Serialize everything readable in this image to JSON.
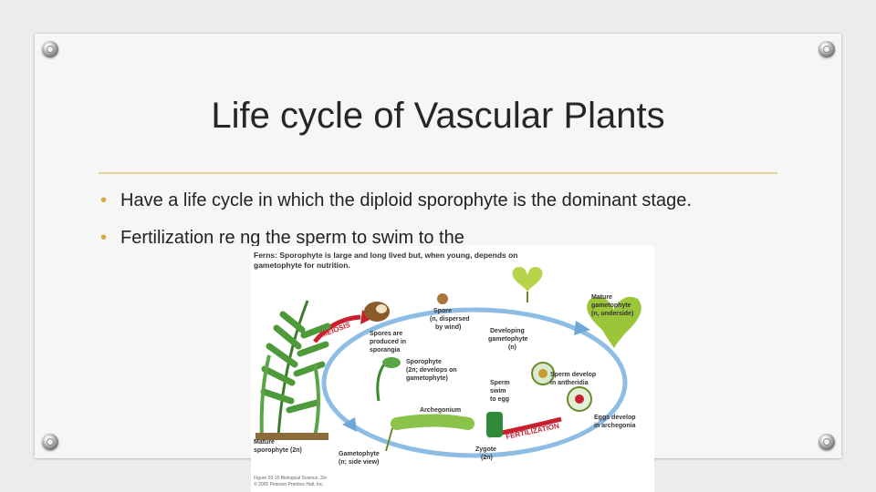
{
  "slide": {
    "title": "Life cycle of Vascular Plants",
    "bullets": [
      "Have a life cycle in which the diploid sporophyte is the dominant stage.",
      "Fertilization re ng the sperm to swim to the"
    ]
  },
  "colors": {
    "accent_rule": "#e6cf9c",
    "bullet_dot": "#d7a93a",
    "cycle_arrow": "#6fa7d8",
    "meiosis_red": "#c9202f"
  },
  "figure": {
    "caption": "Ferns: Sporophyte is large and long lived but, when young, depends on gametophyte for nutrition.",
    "labels": {
      "spore": "Spore (n, dispersed by wind)",
      "meiosis": "MEIOSIS",
      "spores_produced": "Spores are produced in sporangia",
      "developing_gametophyte": "Developing gametophyte (n)",
      "mature_gametophyte": "Mature gametophyte (n, underside)",
      "sporophyte": "Sporophyte (2n; develops on gametophyte)",
      "sperm_swim": "Sperm swim to egg",
      "sperm_develop": "Sperm develop in antheridia",
      "archegonium": "Archegonium",
      "eggs_develop": "Eggs develop in archegonia",
      "fertilization": "FERTILIZATION",
      "zygote": "Zygote (2n)",
      "mature_sporophyte": "Mature sporophyte (2n)",
      "gametophyte_side": "Gametophyte (n; side view)",
      "credit": "Figure 29-15 Biological Science, 2/e © 2005 Pearson Prentice Hall, Inc."
    }
  }
}
